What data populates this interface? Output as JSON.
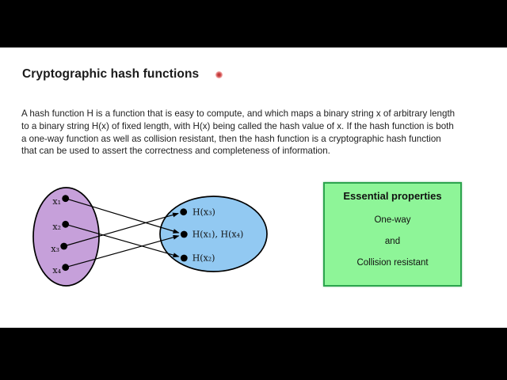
{
  "slide": {
    "title": "Cryptographic hash functions",
    "intro_lines": [
      "A hash function H is a function that is easy to compute, and which maps a binary string x of arbitrary length",
      "to a binary string H(x) of fixed length, with H(x) being called the hash value of x. If the hash function is both",
      "a one-way function as well as collision resistant, then the hash function is a cryptographic hash function",
      "that can be used to assert the correctness and completeness of information."
    ]
  },
  "diagram": {
    "domain_labels": [
      "x₁",
      "x₂",
      "x₃",
      "x₄"
    ],
    "range_labels": [
      "H(x₃)",
      "H(x₁), H(x₄)",
      "H(x₂)"
    ],
    "domain_fill": "#c6a0da",
    "range_fill": "#92c9f2",
    "outline_color": "#000000"
  },
  "properties_box": {
    "title": "Essential properties",
    "lines": [
      "One-way",
      "and",
      "Collision resistant"
    ],
    "fill": "#8ef598",
    "border_color": "#2da44e"
  },
  "pointer": {
    "color": "#cc3333"
  }
}
